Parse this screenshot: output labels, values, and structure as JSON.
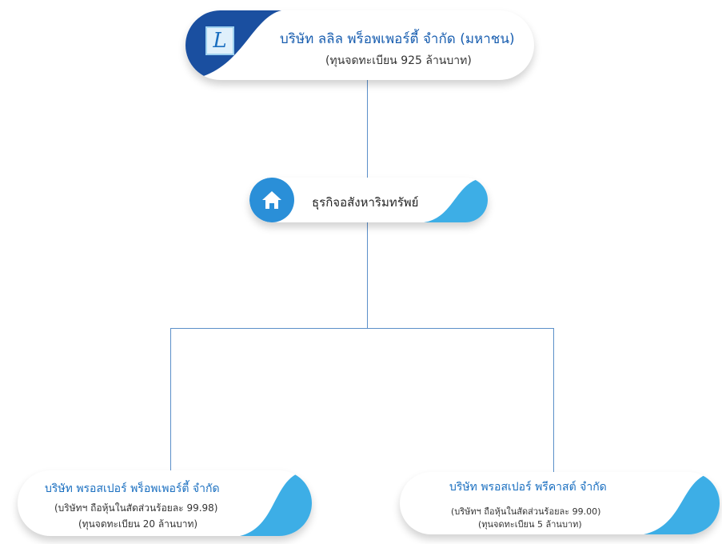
{
  "parent": {
    "name": "บริษัท ลลิล พร็อพเพอร์ตี้ จำกัด (มหาชน)",
    "capital": "(ทุนจดทะเบียน 925 ล้านบาท)",
    "logo_letter": "L",
    "color": "#1a4fa0"
  },
  "business": {
    "label": "ธุรกิจอสังหาริมทรัพย์",
    "icon": "house-icon",
    "color": "#2a8fd8"
  },
  "subsidiaries": [
    {
      "name": "บริษัท พรอสเปอร์ พร็อพเพอร์ตี้ จำกัด",
      "holding": "(บริษัทฯ ถือหุ้นในสัดส่วนร้อยละ 99.98)",
      "capital": "(ทุนจดทะเบียน 20 ล้านบาท)"
    },
    {
      "name": "บริษัท พรอสเปอร์ พรีคาสต์ จำกัด",
      "holding": "(บริษัทฯ ถือหุ้นในสัดส่วนร้อยละ 99.00)",
      "capital": "(ทุนจดทะเบียน 5 ล้านบาท)"
    }
  ],
  "accent": "#3daee6"
}
